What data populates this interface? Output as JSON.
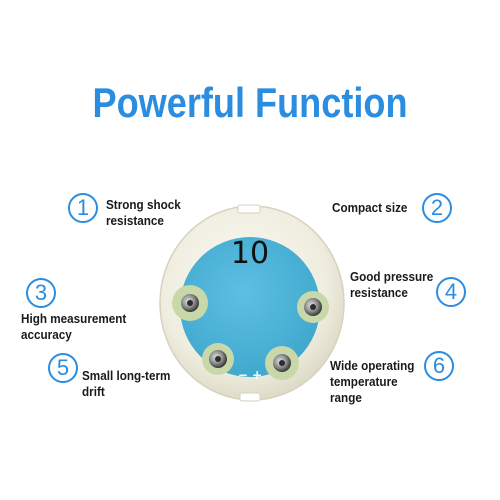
{
  "headline": "Powerful Function",
  "features": [
    {
      "number": "1",
      "text": "Strong shock\nresistance"
    },
    {
      "number": "2",
      "text": "Compact size"
    },
    {
      "number": "3",
      "text": "High measurement\naccuracy"
    },
    {
      "number": "4",
      "text": "Good pressure\nresistance"
    },
    {
      "number": "5",
      "text": "Small long-term\ndrift"
    },
    {
      "number": "6",
      "text": "Wide operating\ntemperature\nrange"
    }
  ],
  "sensor": {
    "label": "10",
    "bottom_marks": "− +",
    "ceramic_color": "#f1efe3",
    "disc_color": "#4fb3d6",
    "pad_color": "#c9d8a8"
  },
  "accent_color": "#2a8de0"
}
